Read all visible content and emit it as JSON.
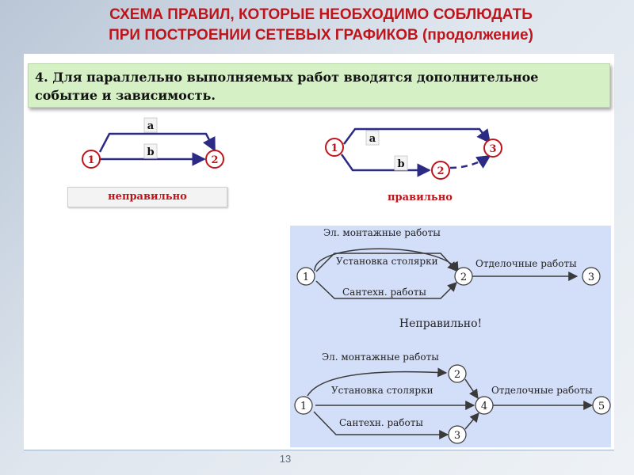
{
  "title": {
    "line1": "СХЕМА ПРАВИЛ, КОТОРЫЕ НЕОБХОДИМО СОБЛЮДАТЬ",
    "line2": "ПРИ ПОСТРОЕНИИ СЕТЕВЫХ ГРАФИКОВ (продолжение)"
  },
  "rule": {
    "line1": "4. Для параллельно выполняемых работ вводятся дополнительное",
    "line2": "событие и зависимость."
  },
  "wrong_example": {
    "nodes": [
      "1",
      "2"
    ],
    "works": [
      "a",
      "b"
    ],
    "caption": "неправильно"
  },
  "right_example": {
    "nodes": [
      "1",
      "2",
      "3"
    ],
    "works": [
      "a",
      "b"
    ],
    "caption": "правильно"
  },
  "example_image": {
    "wrong": {
      "nodes": [
        "1",
        "2",
        "3"
      ],
      "works": [
        "Эл. монтажные работы",
        "Установка столярки",
        "Сантехн. работы",
        "Отделочные работы"
      ],
      "verdict": "Неправильно!"
    },
    "right": {
      "nodes": [
        "1",
        "2",
        "3",
        "4",
        "5"
      ],
      "works": [
        "Эл. монтажные работы",
        "Установка столярки",
        "Сантехн. работы",
        "Отделочные работы"
      ]
    }
  },
  "page_number": "13",
  "colors": {
    "title": "#c0141b",
    "node_stroke": "#c0141b",
    "arrow": "#2b2a84",
    "rule_box": "#d6f0c6",
    "example_bg": "#d3def9"
  }
}
